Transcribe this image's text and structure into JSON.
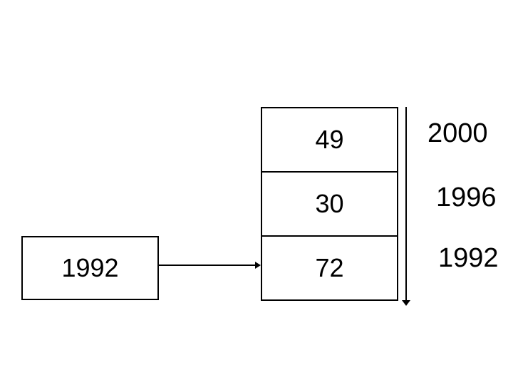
{
  "diagram": {
    "colors": {
      "background": "#ffffff",
      "stroke": "#000000",
      "text": "#000000"
    },
    "source_box": {
      "label": "1992"
    },
    "connector": {
      "direction": "right"
    },
    "stack_cells": [
      {
        "value": "49"
      },
      {
        "value": "30"
      },
      {
        "value": "72"
      }
    ],
    "timeline": {
      "direction": "down"
    },
    "year_labels": [
      {
        "text": "2000"
      },
      {
        "text": "1996"
      },
      {
        "text": "1992"
      }
    ]
  }
}
